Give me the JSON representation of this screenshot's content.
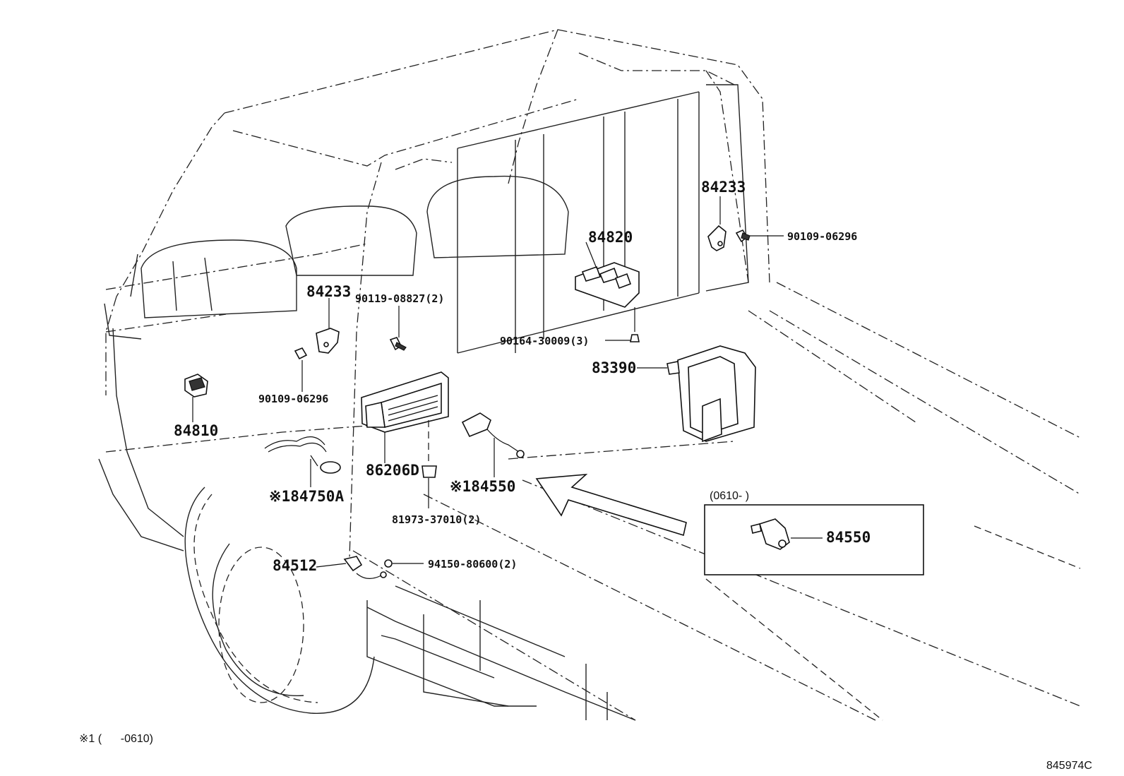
{
  "diagram_id": "845974C",
  "footnote": "※1 (      -0610)",
  "inset": {
    "range": "(0610-        )",
    "part": "84550"
  },
  "callouts": {
    "c84233_right": "84233",
    "c90109_right": "90109-06296",
    "c84820": "84820",
    "c84233_left": "84233",
    "c90119": "90119-08827(2)",
    "c90164": "90164-30009(3)",
    "c83390": "83390",
    "c90109_left": "90109-06296",
    "c84810": "84810",
    "c86206D": "86206D",
    "c184750A": "※184750A",
    "c184550": "※184550",
    "c81973": "81973-37010(2)",
    "c84512": "84512",
    "c94150": "94150-80600(2)"
  }
}
